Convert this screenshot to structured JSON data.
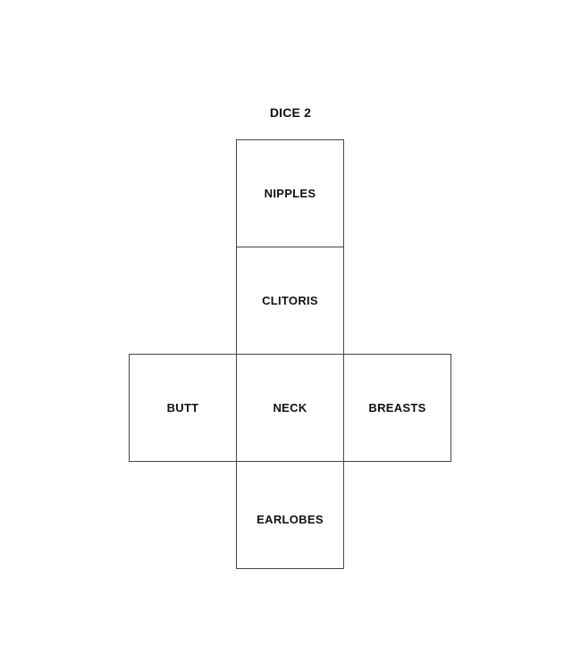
{
  "title": "DICE 2",
  "faces": {
    "top": "NIPPLES",
    "upper_middle": "CLITORIS",
    "left": "BUTT",
    "center": "NECK",
    "right": "BREASTS",
    "bottom": "EARLOBES"
  }
}
